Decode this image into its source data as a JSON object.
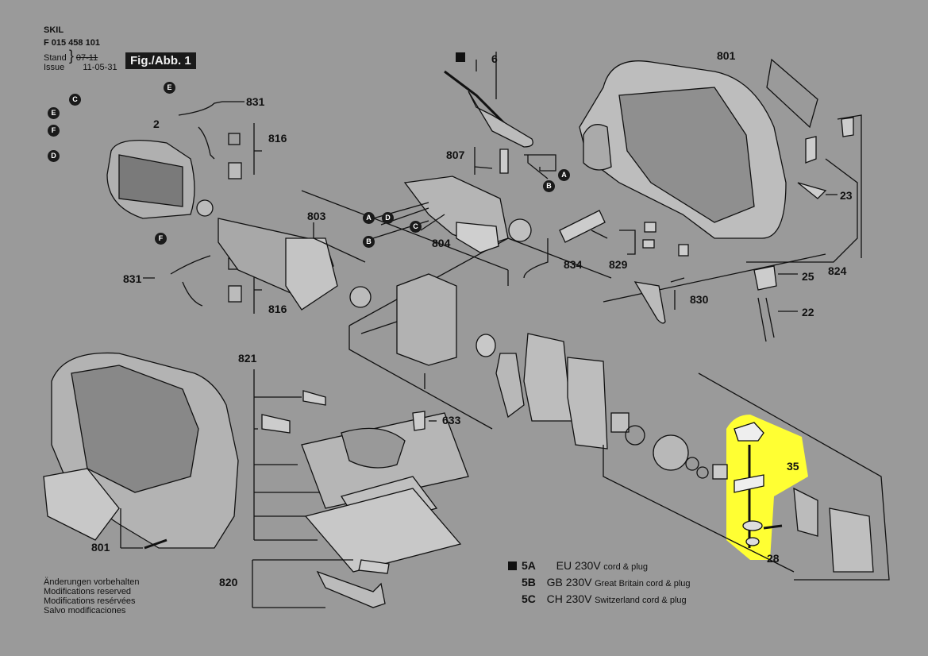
{
  "header": {
    "brand": "SKIL",
    "part_number": "F 015 458 101",
    "stand_label": "Stand",
    "issue_label": "Issue",
    "old_date": "07-11",
    "date": "11-05-31",
    "figure": "Fig./Abb. 1"
  },
  "parts": {
    "p6": "6",
    "p801a": "801",
    "p801b": "801",
    "p831a": "831",
    "p831b": "831",
    "p2": "2",
    "p816a": "816",
    "p816b": "816",
    "p807": "807",
    "p23": "23",
    "p803": "803",
    "p804": "804",
    "p834": "834",
    "p829": "829",
    "p824": "824",
    "p25": "25",
    "p830": "830",
    "p22": "22",
    "p821": "821",
    "p633": "633",
    "p35": "35",
    "p28": "28",
    "p820": "820"
  },
  "connectors": {
    "C": "C",
    "E": "E",
    "F": "F",
    "D": "D",
    "A": "A",
    "B": "B"
  },
  "notes": [
    "Änderungen vorbehalten",
    "Modifications reserved",
    "Modifications resérvées",
    "Salvo modificaciones"
  ],
  "cord_variants": [
    {
      "code": "5A",
      "voltage": "EU 230V",
      "desc": "cord & plug"
    },
    {
      "code": "5B",
      "voltage": "GB 230V",
      "desc": "Great Britain cord & plug"
    },
    {
      "code": "5C",
      "voltage": "CH 230V",
      "desc": "Switzerland cord & plug"
    }
  ],
  "colors": {
    "background": "#9a9a9a",
    "highlight": "#ffff33",
    "ink": "#111111"
  }
}
